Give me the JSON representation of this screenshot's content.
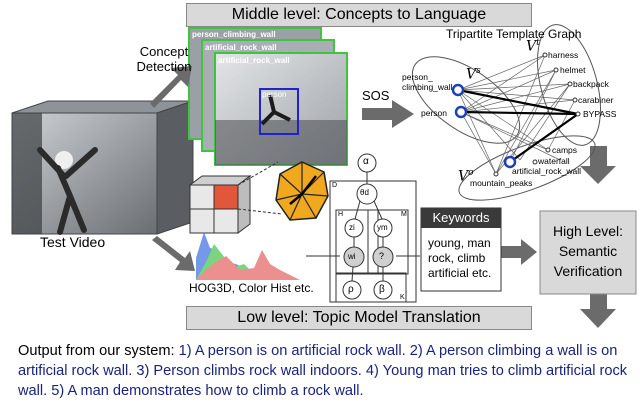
{
  "banners": {
    "middle": "Middle level: Concepts to Language",
    "low": "Low level: Topic Model Translation"
  },
  "labels": {
    "concept_detection": "Concept\nDetection",
    "test_video": "Test Video",
    "sos": "SOS",
    "hog": "HOG3D, Color Hist etc.",
    "tripartite_title": "Tripartite Template Graph"
  },
  "frames": {
    "labels": [
      "person_climbing_wall",
      "artificial_rock_wall",
      "artificial_rock_wall"
    ],
    "box_label": "person"
  },
  "graph": {
    "vs": "V",
    "vs_sup": "s",
    "vt": "V",
    "vt_sup": "t",
    "vo": "V",
    "vo_sup": "o",
    "nodes": {
      "person_climbing_wall": "person_\nclimbing_wall",
      "person": "person",
      "harness": "harness",
      "helmet": "helmet",
      "backpack": "backpack",
      "carabiner": "carabiner",
      "bypass": "BYPASS",
      "camps": "camps",
      "waterfall": "waterfall",
      "artificial_rock_wall": "artificial_rock_wall",
      "mountain_peaks": "mountain_peaks"
    }
  },
  "topic_model": {
    "alpha": "α",
    "theta": "θd",
    "z": "zi",
    "y": "ym",
    "w": "wi",
    "q": "?",
    "rho": "ρ",
    "beta": "β",
    "plate_d": "D",
    "plate_h": "H",
    "plate_m": "M",
    "plate_k": "K"
  },
  "keywords": {
    "title": "Keywords",
    "body": "young, man\nrock, climb\nartificial etc."
  },
  "high_level": {
    "text": "High Level:\nSemantic\nVerification"
  },
  "output": {
    "prefix": "Output from our system: ",
    "sentences": "1) A person is on artificial rock wall. 2) A person climbing a wall is on artificial rock wall. 3) Person climbs rock wall indoors. 4) Young man tries to climb artificial rock wall. 5) A man demonstrates how to climb a rock wall."
  },
  "colors": {
    "banner_bg": "#d9d9d9",
    "arrow": "#6b6b6b",
    "output_text": "#1a237e",
    "frame_border": "#3ec43e",
    "box": "#2222cc",
    "node_ring": "#1f3fb5"
  }
}
